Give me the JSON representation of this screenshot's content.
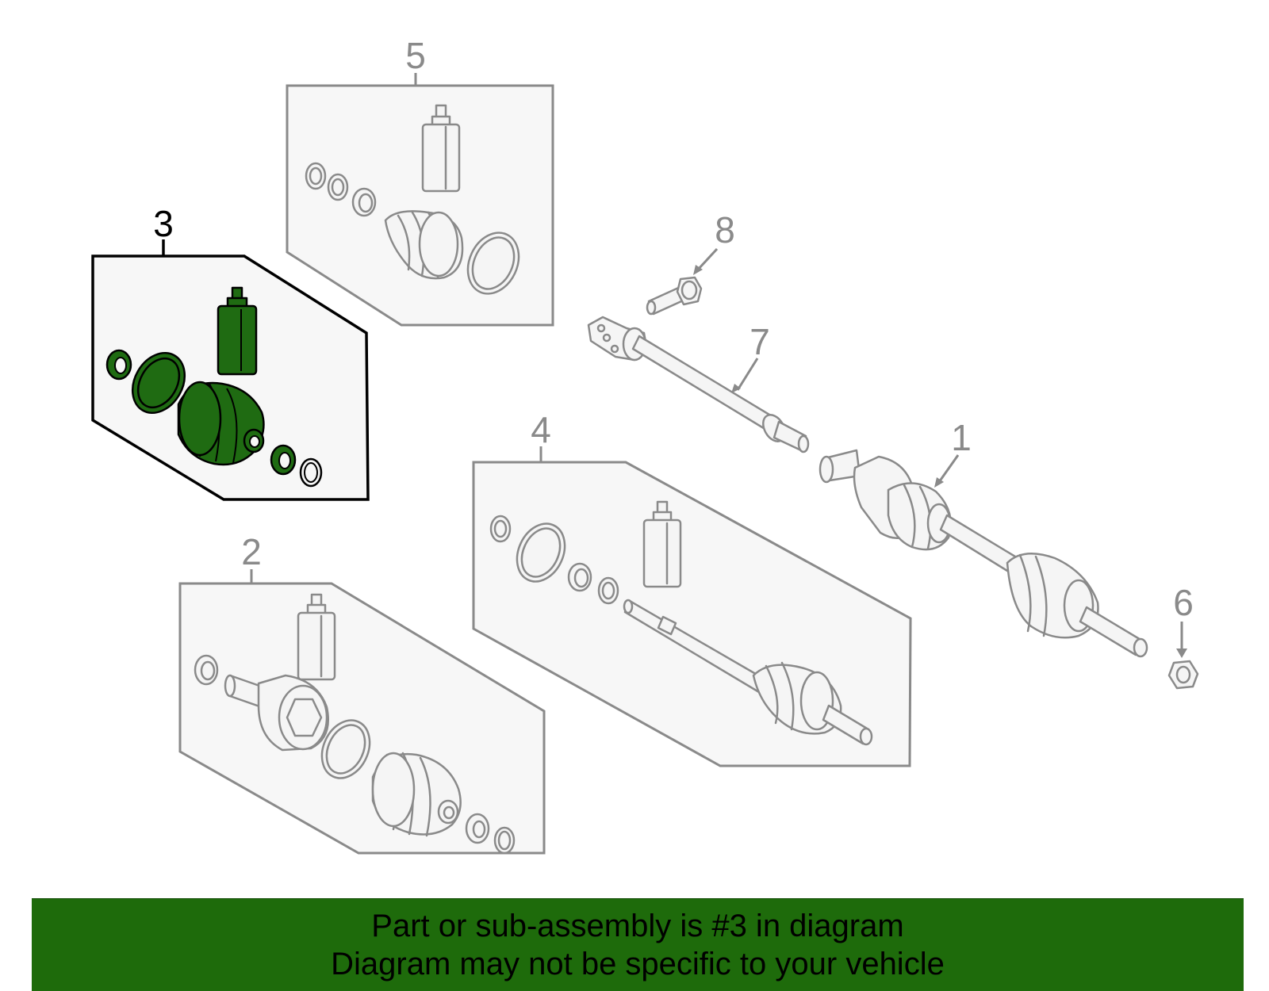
{
  "callouts": {
    "c1": "1",
    "c2": "2",
    "c3": "3",
    "c4": "4",
    "c5": "5",
    "c6": "6",
    "c7": "7",
    "c8": "8"
  },
  "highlighted_callout": "3",
  "colors": {
    "highlight_fill": "#1f6b12",
    "banner_bg": "#1e6b0b",
    "outline_grey": "#8a8a8a",
    "box_fill": "#f7f7f7"
  },
  "banner": {
    "line1": "Part or sub-assembly is #3 in diagram",
    "line2": "Diagram may not be specific to your vehicle"
  }
}
